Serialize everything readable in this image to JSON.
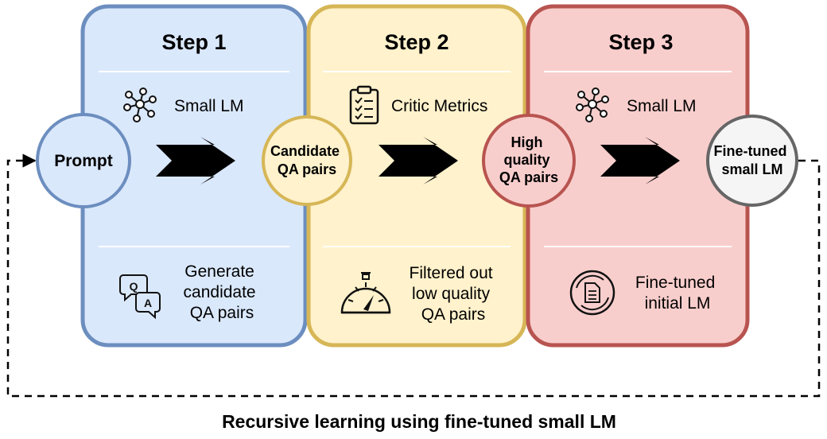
{
  "colors": {
    "step1_fill": "#dae8fc",
    "step1_stroke": "#6c8ebf",
    "step2_fill": "#fff2cc",
    "step2_stroke": "#d6b656",
    "step3_fill": "#f8cecc",
    "step3_stroke": "#b85450",
    "final_fill": "#f5f5f5",
    "final_stroke": "#666666",
    "arrow": "#000000"
  },
  "steps": [
    {
      "title": "Step 1",
      "top_icon": "neural-network-icon",
      "top_label": "Small LM",
      "bottom_icon": "qa-chat-icon",
      "bottom_label": [
        "Generate",
        "candidate",
        "QA pairs"
      ]
    },
    {
      "title": "Step 2",
      "top_icon": "clipboard-checklist-icon",
      "top_label": "Critic Metrics",
      "bottom_icon": "speedometer-icon",
      "bottom_label": [
        "Filtered out",
        "low quality",
        "QA pairs"
      ]
    },
    {
      "title": "Step 3",
      "top_icon": "neural-network-icon",
      "top_label": "Small LM",
      "bottom_icon": "document-cycle-icon",
      "bottom_label": [
        "Fine-tuned",
        "initial LM"
      ]
    }
  ],
  "nodes": {
    "prompt": [
      "Prompt"
    ],
    "candidate": [
      "Candidate",
      "QA pairs"
    ],
    "high_quality": [
      "High",
      "quality",
      "QA pairs"
    ],
    "finetuned": [
      "Fine-tuned",
      "small LM"
    ]
  },
  "feedback_caption": "Recursive learning using fine-tuned small LM"
}
